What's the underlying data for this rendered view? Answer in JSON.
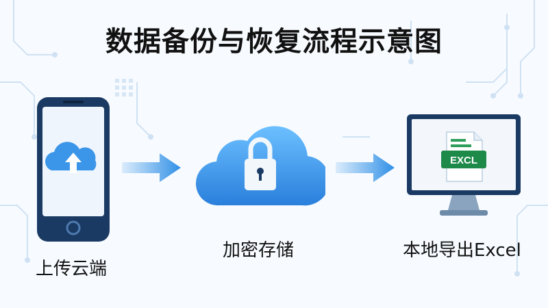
{
  "title": "数据备份与恢复流程示意图",
  "steps": [
    {
      "label": "上传云端",
      "icon": "phone-cloud-upload-icon"
    },
    {
      "label": "加密存储",
      "icon": "cloud-lock-icon"
    },
    {
      "label": "本地导出Excel",
      "icon": "monitor-excel-icon"
    }
  ],
  "excel_badge": "EXCL",
  "colors": {
    "accent": "#2f8fe6",
    "dark_frame": "#1a3a63",
    "excel_green": "#1d8a4a",
    "circuit": "#c8dcf0"
  }
}
